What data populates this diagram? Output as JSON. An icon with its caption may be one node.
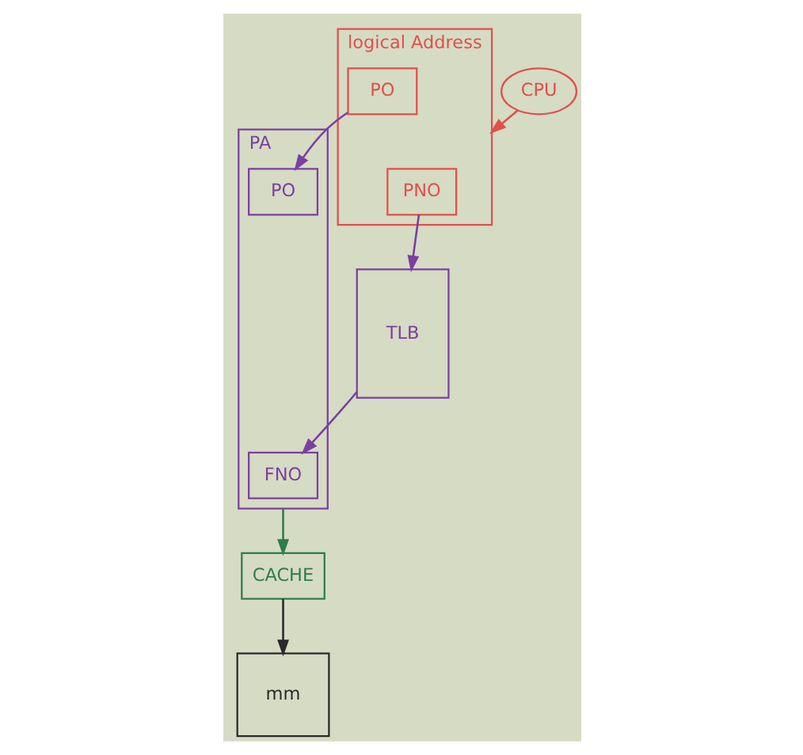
{
  "diagram": {
    "nodes": [
      {
        "text": [
          "CACHE"
        ]
      },
      {
        "text": [
          "CPU"
        ]
      },
      {
        "text": [
          "logical Address"
        ]
      },
      {
        "text": [
          "PNO"
        ],
        "in": 2
      },
      {
        "text": [
          "PO"
        ],
        "in": 2
      },
      {
        "text": [
          "TLB"
        ]
      },
      {
        "text": [
          "PA"
        ]
      },
      {
        "text": [
          "FNO"
        ],
        "in": 6
      },
      {
        "text": [
          "PO"
        ],
        "in": 6
      },
      {
        "text": [
          "mm"
        ]
      }
    ],
    "edges": [
      {
        "from": 1,
        "to": 2,
        "arrow": "to",
        "color": "#e0504a"
      },
      {
        "from": 3,
        "to": 5,
        "arrow": "to"
      },
      {
        "from": 4,
        "to": 8,
        "arrow": "to"
      },
      {
        "from": 5,
        "to": 7,
        "arrow": "to"
      },
      {
        "from": 6,
        "to": 0,
        "arrow": "to",
        "color": "#2e7d4a"
      },
      {
        "from": 0,
        "to": 9,
        "arrow": "to",
        "color": "#2a2a2a"
      }
    ]
  }
}
